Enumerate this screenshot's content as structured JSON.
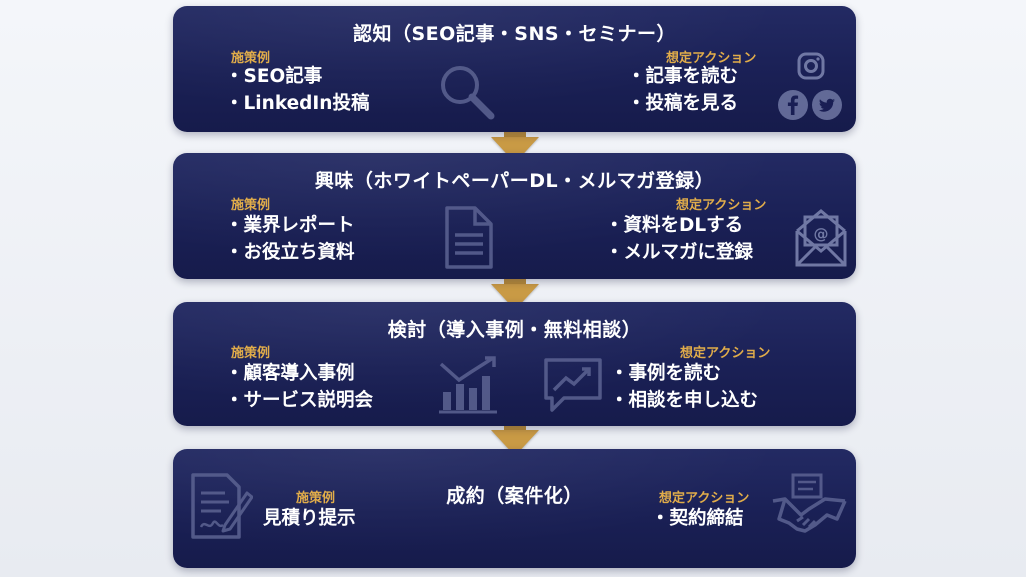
{
  "colors": {
    "card_bg": "#1a2055",
    "accent_gold": "#d9a94a",
    "text": "#ffffff"
  },
  "stages": [
    {
      "title": "認知（SEO記事・SNS・セミナー）",
      "measure_label": "施策例",
      "measures": [
        "SEO記事",
        "LinkedIn投稿"
      ],
      "action_label": "想定アクション",
      "actions": [
        "記事を読む",
        "投稿を見る"
      ],
      "icons": [
        "magnifier-icon",
        "instagram-icon",
        "facebook-icon",
        "twitter-icon"
      ]
    },
    {
      "title": "興味（ホワイトペーパーDL・メルマガ登録）",
      "measure_label": "施策例",
      "measures": [
        "業界レポート",
        "お役立ち資料"
      ],
      "action_label": "想定アクション",
      "actions": [
        "資料をDLする",
        "メルマガに登録"
      ],
      "icons": [
        "document-icon",
        "email-icon"
      ]
    },
    {
      "title": "検討（導入事例・無料相談）",
      "measure_label": "施策例",
      "measures": [
        "顧客導入事例",
        "サービス説明会"
      ],
      "action_label": "想定アクション",
      "actions": [
        "事例を読む",
        "相談を申し込む"
      ],
      "icons": [
        "bar-chart-icon",
        "chat-graph-icon"
      ]
    },
    {
      "title": "成約（案件化）",
      "measure_label": "施策例",
      "measures": [
        "見積り提示"
      ],
      "action_label": "想定アクション",
      "actions": [
        "契約締結"
      ],
      "icons": [
        "contract-icon",
        "handshake-icon"
      ]
    }
  ]
}
